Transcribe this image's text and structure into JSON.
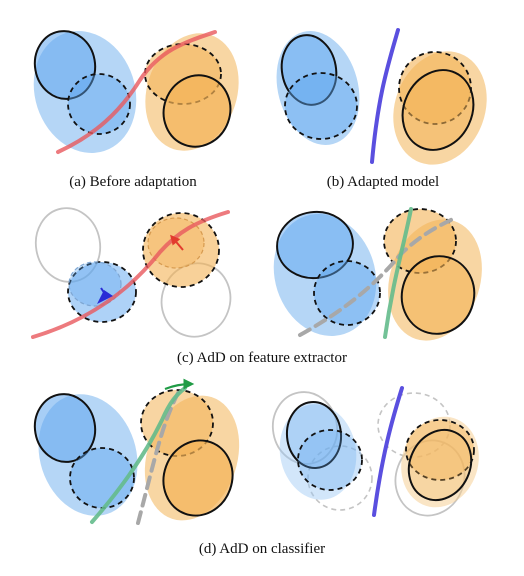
{
  "captions": {
    "a": "(a) Before adaptation",
    "b": "(b) Adapted model",
    "c": "(c) AdD on feature extractor",
    "d": "(d) AdD on classifier"
  },
  "colors": {
    "source_blue_fill": "#5ea6ef",
    "source_blue_shadow": "#9cc8f3",
    "target_orange_fill": "#f3b255",
    "target_orange_shadow": "#f6cc8c",
    "outline": "#111111",
    "ghost_outline": "#c4c4c4",
    "boundary_red": "#e8595e",
    "boundary_purple": "#5a4fdf",
    "boundary_green": "#64bb8c",
    "boundary_gray_dashed": "#a8a8a8",
    "arrow_red": "#e23b2e",
    "arrow_blue": "#2a2bd6",
    "arrow_green": "#1f9b45"
  }
}
